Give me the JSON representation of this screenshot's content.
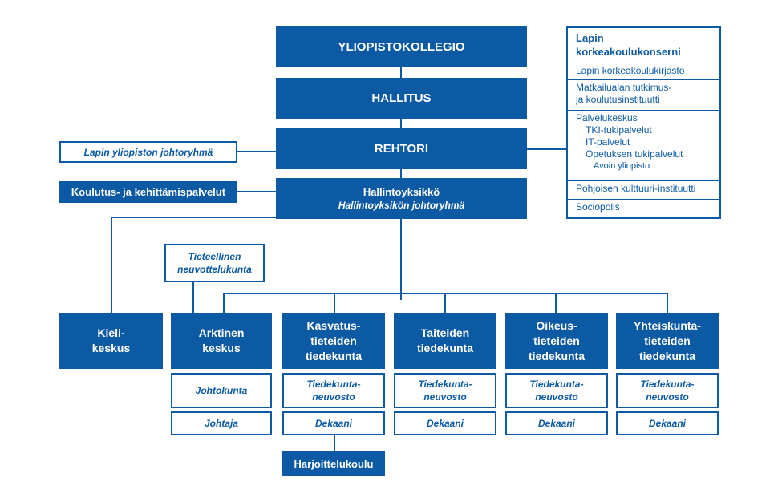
{
  "top": {
    "college": "YLIOPISTOKOLLEGIO",
    "board": "HALLITUS",
    "rector": "REHTORI",
    "admin_unit": "Hallintoyksikkö",
    "admin_unit_group": "Hallintoyksikön johtoryhmä"
  },
  "left": {
    "mgmt_group": "Lapin yliopiston johtoryhmä",
    "training_services": "Koulutus- ja kehittämispalvelut",
    "scientific_council_line1": "Tieteellinen",
    "scientific_council_line2": "neuvottelukunta"
  },
  "consortium": {
    "title_line1": "Lapin",
    "title_line2": "korkeakoulukonserni",
    "library": "Lapin korkeakoulukirjasto",
    "tourism_line1": "Matkailualan tutkimus-",
    "tourism_line2": "ja koulutusinstituutti",
    "service_center": "Palvelukeskus",
    "tki": "TKI-tukipalvelut",
    "it": "IT-palvelut",
    "teaching_support": "Opetuksen tukipalvelut",
    "open_university": "Avoin yliopisto",
    "northern_culture": "Pohjoisen kulttuuri-instituutti",
    "sociopolis": "Sociopolis"
  },
  "units": {
    "language_center_line1": "Kieli-",
    "language_center_line2": "keskus",
    "arctic_line1": "Arktinen",
    "arctic_line2": "keskus",
    "arctic_board": "Johtokunta",
    "arctic_director": "Johtaja",
    "edu_line1": "Kasvatus-",
    "edu_line2": "tieteiden",
    "edu_line3": "tiedekunta",
    "art_line1": "Taiteiden",
    "art_line2": "tiedekunta",
    "law_line1": "Oikeus-",
    "law_line2": "tieteiden",
    "law_line3": "tiedekunta",
    "soc_line1": "Yhteiskunta-",
    "soc_line2": "tieteiden",
    "soc_line3": "tiedekunta",
    "faculty_council_line1": "Tiedekunta-",
    "faculty_council_line2": "neuvosto",
    "dean": "Dekaani",
    "training_school": "Harjoittelukoulu"
  }
}
